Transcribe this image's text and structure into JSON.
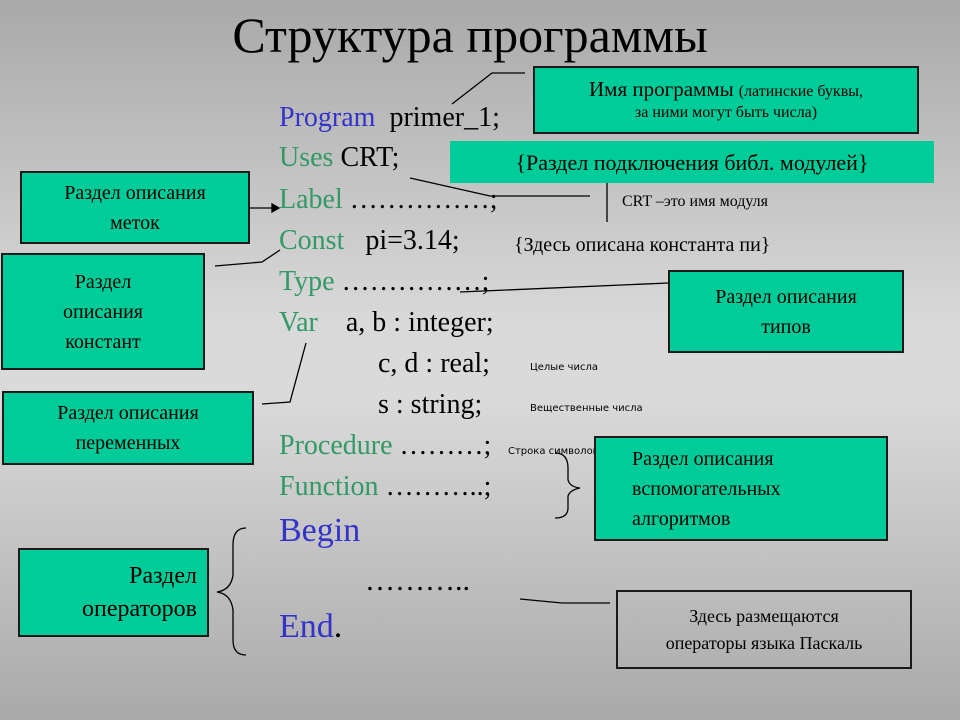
{
  "title": "Структура программы",
  "code": {
    "program_kw": "Program",
    "program_name": "primer_1;",
    "uses_kw": "Uses",
    "uses_val": "CRT;",
    "label_kw": "Label",
    "label_val": "……………;",
    "const_kw": "Const",
    "const_val": "pi=3.14;",
    "const_comment": "{Здесь описана константа пи}",
    "type_kw": "Type",
    "type_val": "……………;",
    "var_kw": "Var",
    "var_line1": "a, b : integer;",
    "var_line2": "c, d : real;",
    "var_line3": "s : string;",
    "procedure_kw": "Procedure",
    "procedure_val": "………;",
    "function_kw": "Function",
    "function_val": "………..;",
    "begin_kw": "Begin",
    "body": "………..",
    "end_kw": "End",
    "end_dot": "."
  },
  "notes": {
    "integer": "Целые числа",
    "real": "Вещественные числа",
    "string": "Строка символов",
    "crt": "CRT –это имя модуля"
  },
  "boxes": {
    "program_name_main": "Имя программы",
    "program_name_detail1": "(латинские буквы,",
    "program_name_detail2": "за ними могут быть числа)",
    "uses": "{Раздел подключения библ. модулей}",
    "labels": [
      "Раздел описания",
      "меток"
    ],
    "consts": [
      "Раздел",
      "описания",
      "констант"
    ],
    "types": [
      "Раздел описания",
      "типов"
    ],
    "vars": [
      "Раздел описания",
      "переменных"
    ],
    "subs": [
      "Раздел описания",
      "вспомогательных",
      "алгоритмов"
    ],
    "operators": [
      "Раздел",
      "операторов"
    ],
    "pascal": [
      "Здесь размещаются",
      "операторы языка Паскаль"
    ]
  },
  "colors": {
    "box": "#00cc99",
    "keyword_blue": "#3333cc",
    "keyword_green": "#339966"
  }
}
